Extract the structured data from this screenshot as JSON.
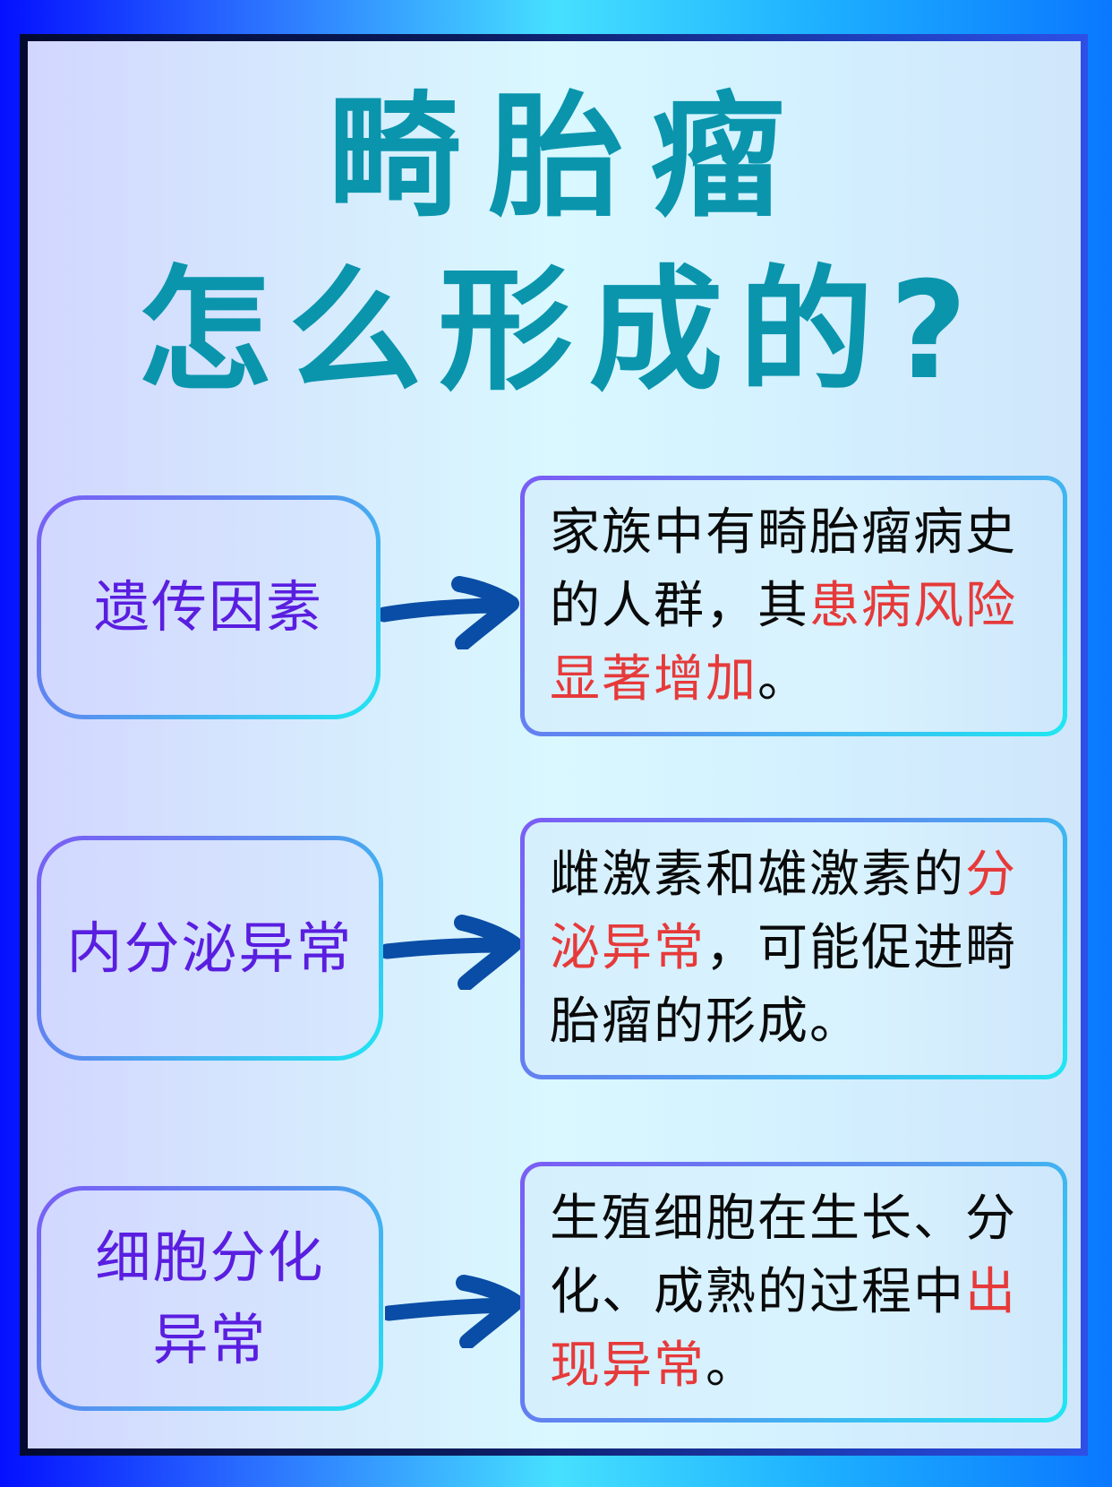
{
  "title": {
    "line1": "畸胎瘤",
    "line2": "怎么形成的?"
  },
  "colors": {
    "title": "#0a95ad",
    "label": "#5a1ee0",
    "highlight": "#e63a3a",
    "arrow": "#0a4da6",
    "border_start": "#7b5cf5",
    "border_end": "#1ee8f2"
  },
  "rows": [
    {
      "label": "遗传因素",
      "arrow_icon": "right-arrow-icon",
      "desc": {
        "p1": "家族中有畸胎瘤病史的人群，其",
        "h1": "患病风险显著增加",
        "p2": "。"
      }
    },
    {
      "label": "内分泌异常",
      "arrow_icon": "right-arrow-icon",
      "desc": {
        "p1": "雌激素和雄激素的",
        "h1": "分泌异常",
        "p2": "，可能促进畸胎瘤的形成。"
      }
    },
    {
      "label_line1": "细胞分化",
      "label_line2": "异常",
      "arrow_icon": "right-arrow-icon",
      "desc": {
        "p1": "生殖细胞在生长、分化、成熟的过程中",
        "h1": "出现异常",
        "p2": "。"
      }
    }
  ]
}
